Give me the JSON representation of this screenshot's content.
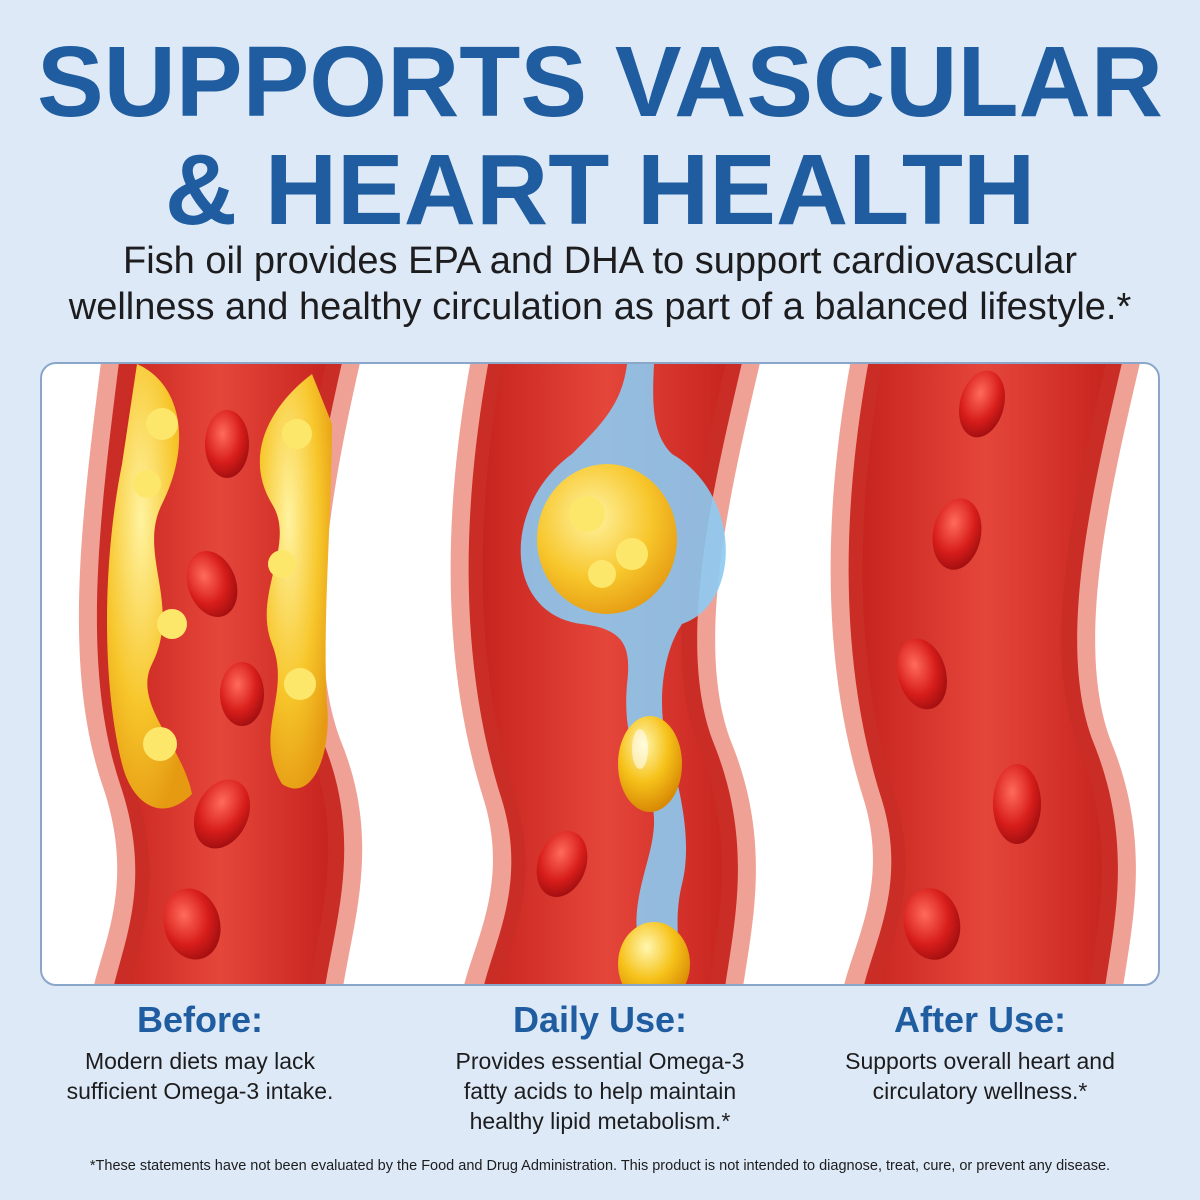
{
  "headline": {
    "line1": "SUPPORTS VASCULAR",
    "line2": "& HEART HEALTH"
  },
  "subtitle": {
    "line1": "Fish oil provides EPA and DHA to support cardiovascular",
    "line2": "wellness and healthy circulation as part of a balanced lifestyle.*"
  },
  "panels": [
    {
      "title": "Before:",
      "lines": [
        "Modern diets may lack",
        "sufficient Omega-3 intake."
      ]
    },
    {
      "title": "Daily Use:",
      "lines": [
        "Provides essential Omega-3",
        "fatty acids to help maintain",
        "healthy lipid metabolism.*"
      ]
    },
    {
      "title": "After Use:",
      "lines": [
        "Supports overall heart and",
        "circulatory wellness.*"
      ]
    }
  ],
  "disclaimer": "*These statements have not been evaluated by the Food and Drug Administration. This product is not  intended to diagnose, treat, cure, or prevent any disease.",
  "colors": {
    "background": "#dde9f6",
    "headline": "#1f5da0",
    "vessel_red": "#d8342b",
    "vessel_wall": "#f2a79d",
    "plaque": "#f5c52a",
    "omega_blue": "#6fb6ea"
  }
}
